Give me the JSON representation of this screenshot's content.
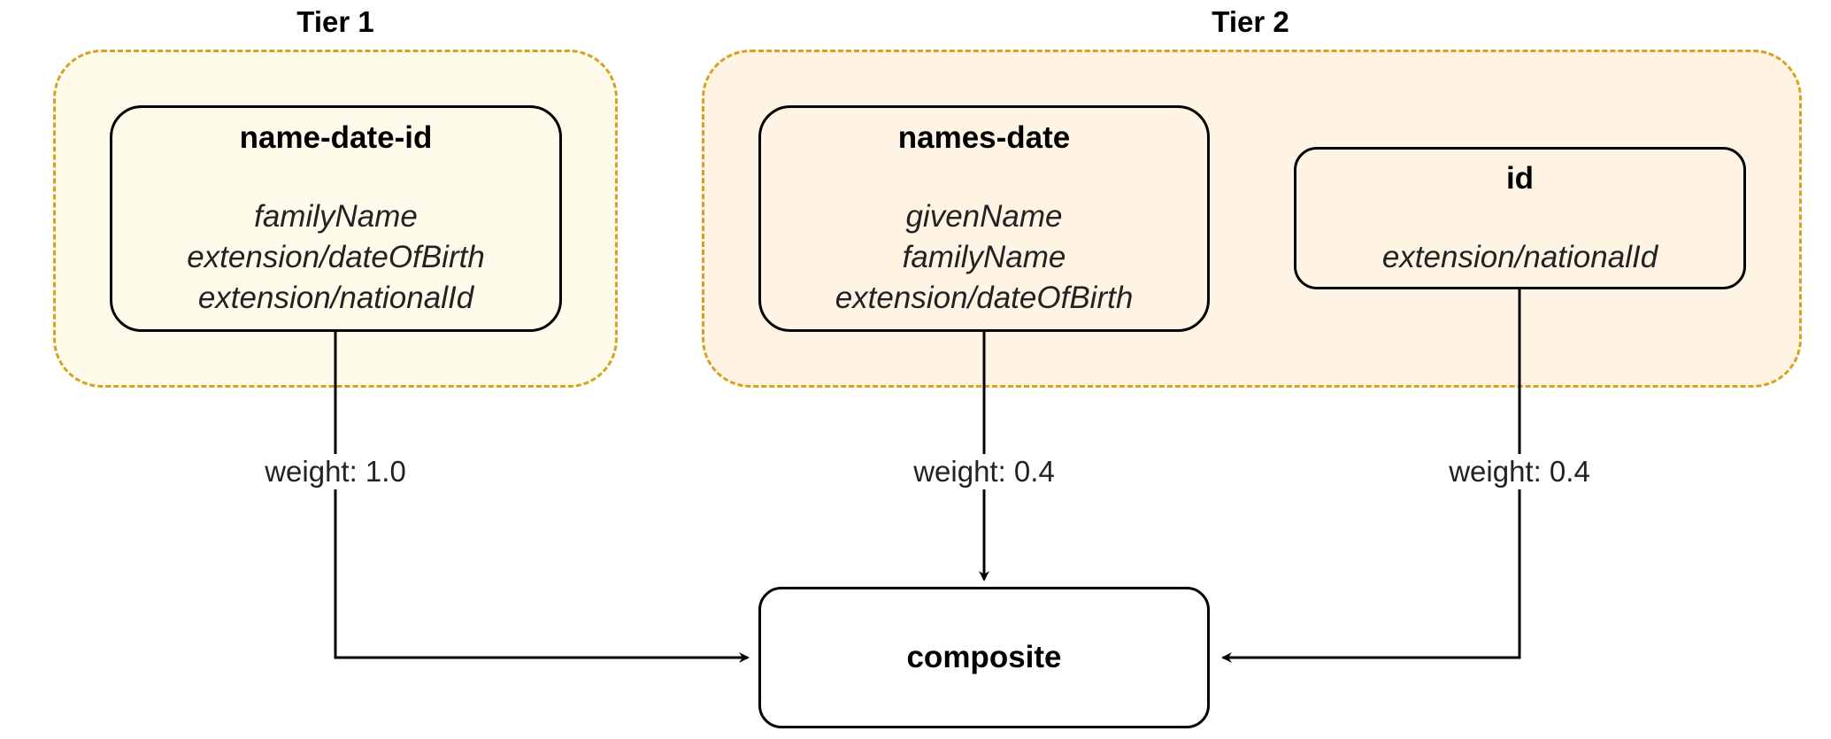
{
  "tiers": [
    {
      "label": "Tier 1"
    },
    {
      "label": "Tier 2"
    }
  ],
  "nodes": {
    "name_date_id": {
      "title": "name-date-id",
      "fields": [
        "familyName",
        "extension/dateOfBirth",
        "extension/nationalId"
      ]
    },
    "names_date": {
      "title": "names-date",
      "fields": [
        "givenName",
        "familyName",
        "extension/dateOfBirth"
      ]
    },
    "id": {
      "title": "id",
      "fields": [
        "extension/nationalId"
      ]
    },
    "composite": {
      "title": "composite"
    }
  },
  "edges": [
    {
      "from": "name-date-id",
      "to": "composite",
      "label": "weight: 1.0"
    },
    {
      "from": "names-date",
      "to": "composite",
      "label": "weight: 0.4"
    },
    {
      "from": "id",
      "to": "composite",
      "label": "weight: 0.4"
    }
  ],
  "colors": {
    "tier1_fill": "#fffbea",
    "tier2_fill": "#fff4e3",
    "group_border": "#d6a321",
    "stroke": "#000000"
  }
}
